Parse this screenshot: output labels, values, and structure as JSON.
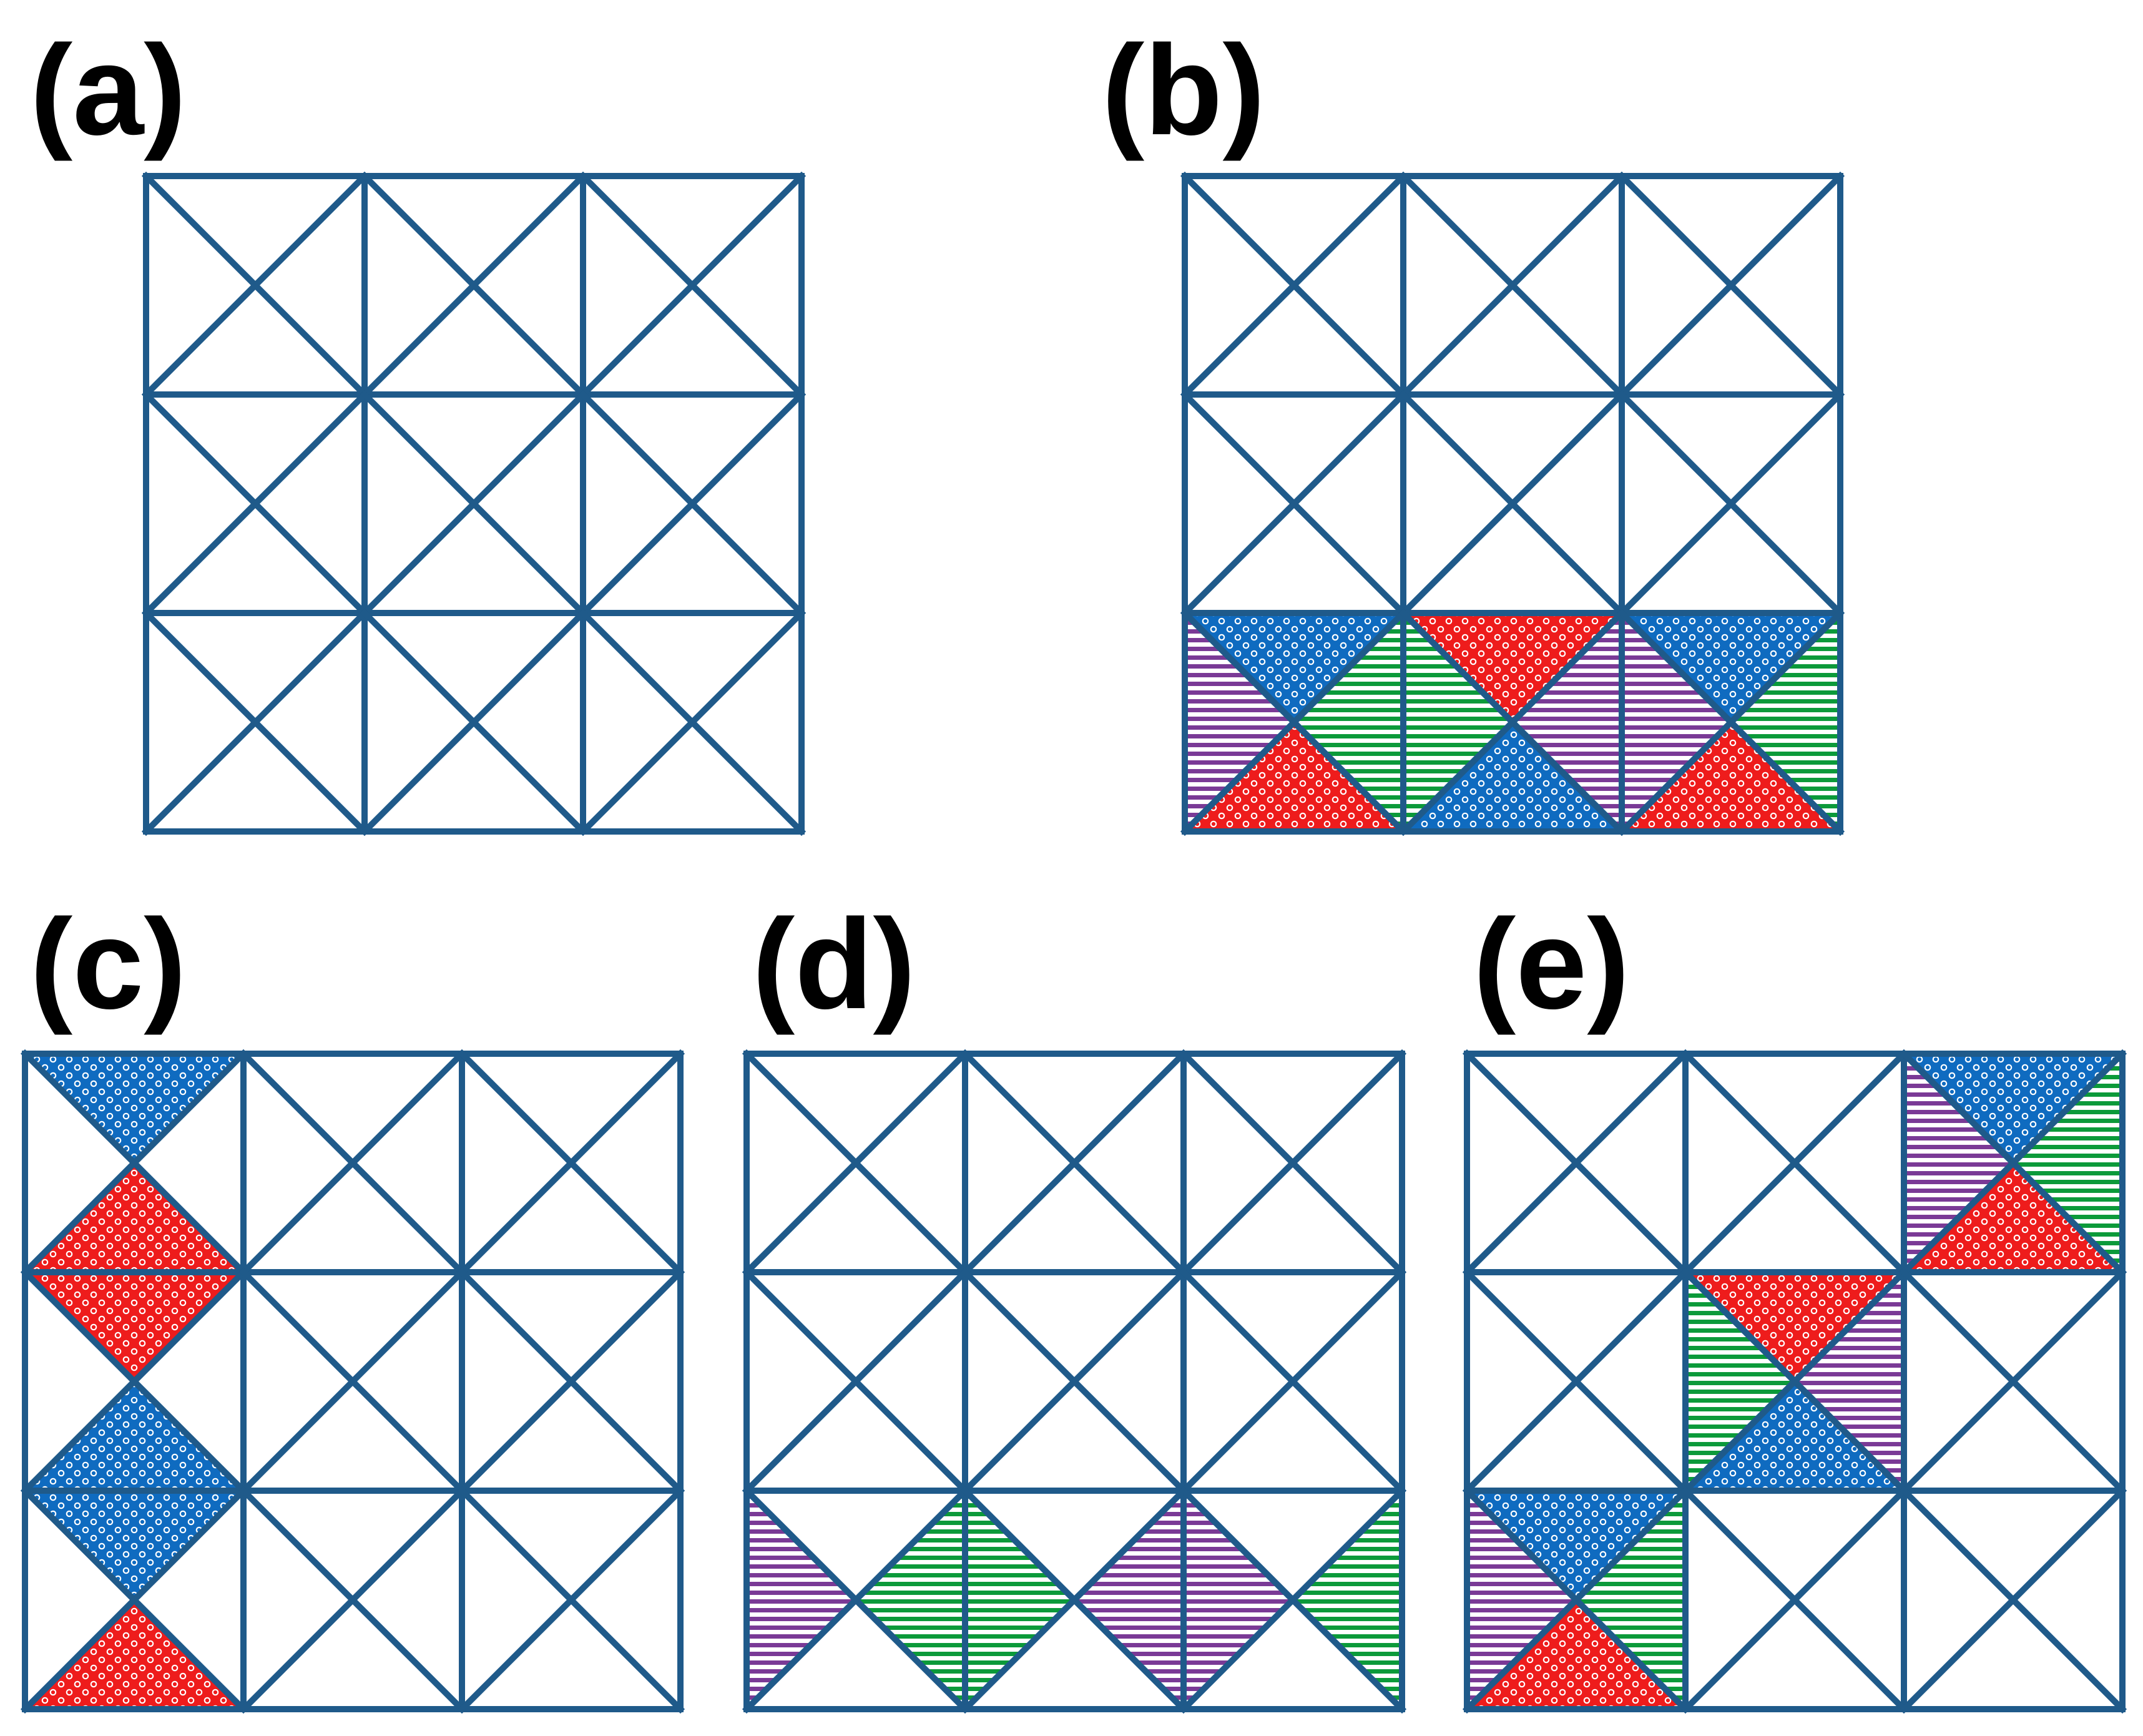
{
  "colors": {
    "grid_line": "#1f5a8a",
    "red": "#ee1c1c",
    "blue": "#0f6bc0",
    "green": "#0c9a3a",
    "purple": "#7a3a96",
    "background": "#ffffff"
  },
  "shading_legend": {
    "R": "red dotted",
    "B": "blue dotted",
    "G": "green horizontal stripes",
    "P": "purple horizontal stripes"
  },
  "panels": [
    {
      "id": "a",
      "label": "(a)",
      "grid": [
        [
          "",
          "",
          ""
        ],
        [
          "",
          "",
          ""
        ],
        [
          "",
          "",
          ""
        ]
      ]
    },
    {
      "id": "b",
      "label": "(b)",
      "grid": [
        [
          "",
          "",
          ""
        ],
        [
          "",
          "",
          ""
        ],
        [
          "BGRP",
          "RPBG",
          "BGRP"
        ]
      ]
    },
    {
      "id": "c",
      "label": "(c)",
      "grid": [
        [
          "BxRx",
          "",
          ""
        ],
        [
          "RxBx",
          "",
          ""
        ],
        [
          "BxRx",
          "",
          ""
        ]
      ]
    },
    {
      "id": "d",
      "label": "(d)",
      "grid": [
        [
          "",
          "",
          ""
        ],
        [
          "",
          "",
          ""
        ],
        [
          "xGxP",
          "xPxG",
          "xGxP"
        ]
      ]
    },
    {
      "id": "e",
      "label": "(e)",
      "grid": [
        [
          "",
          "",
          "BGRP"
        ],
        [
          "",
          "RPBG",
          ""
        ],
        [
          "BGRP",
          "",
          ""
        ]
      ]
    }
  ]
}
